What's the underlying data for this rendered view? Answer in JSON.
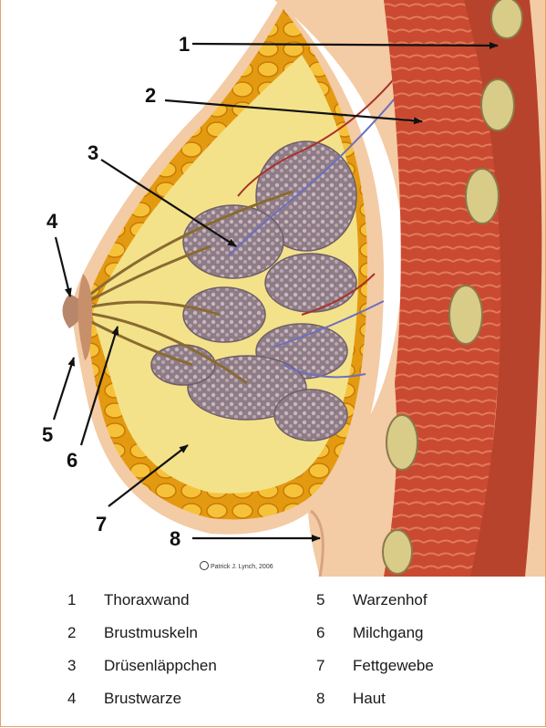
{
  "callouts": [
    {
      "number": "1"
    },
    {
      "number": "2"
    },
    {
      "number": "3"
    },
    {
      "number": "4"
    },
    {
      "number": "5"
    },
    {
      "number": "6"
    },
    {
      "number": "7"
    },
    {
      "number": "8"
    }
  ],
  "copyright": "Patrick J. Lynch, 2006",
  "legend": [
    {
      "number": "1",
      "label": "Thoraxwand"
    },
    {
      "number": "2",
      "label": "Brustmuskeln"
    },
    {
      "number": "3",
      "label": "Drüsenläppchen"
    },
    {
      "number": "4",
      "label": "Brustwarze"
    },
    {
      "number": "5",
      "label": "Warzenhof"
    },
    {
      "number": "6",
      "label": "Milchgang"
    },
    {
      "number": "7",
      "label": "Fettgewebe"
    },
    {
      "number": "8",
      "label": "Haut"
    }
  ],
  "colors": {
    "border": "#e8a06a",
    "skin": "#f2c9a1",
    "muscle": "#c8452c",
    "fat": "#f1b82a",
    "lobule": "#8b7a86"
  }
}
